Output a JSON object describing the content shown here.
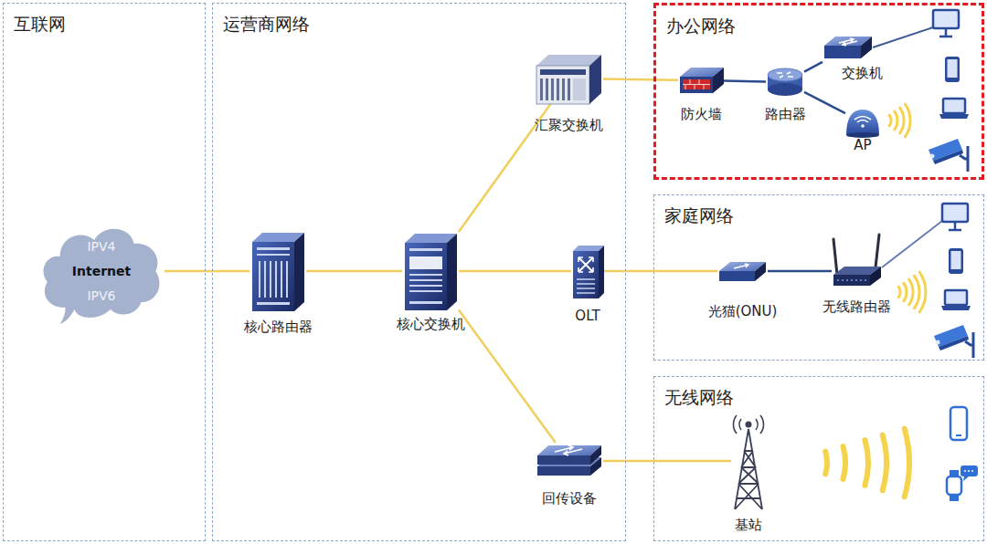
{
  "diagram": {
    "nodes": [
      {
        "text": [
          "互联网"
        ]
      },
      {
        "text": [
          "IPV4",
          "Internet",
          "IPV6"
        ],
        "in": 0
      },
      {
        "text": [
          "运营商网络"
        ]
      },
      {
        "text": [
          "核心路由器"
        ],
        "in": 2
      },
      {
        "text": [
          "核心交换机"
        ],
        "in": 2
      },
      {
        "text": [
          "汇聚交换机"
        ],
        "in": 2
      },
      {
        "text": [
          "OLT"
        ],
        "in": 2
      },
      {
        "text": [
          "回传设备"
        ],
        "in": 2
      },
      {
        "text": [
          "办公网络"
        ]
      },
      {
        "text": [
          "防火墙"
        ],
        "in": 8
      },
      {
        "text": [
          "路由器"
        ],
        "in": 8
      },
      {
        "text": [
          "交换机"
        ],
        "in": 8
      },
      {
        "text": [
          "AP"
        ],
        "in": 8
      },
      {
        "text": [
          "家庭网络"
        ]
      },
      {
        "text": [
          "光猫(ONU)"
        ],
        "in": 13
      },
      {
        "text": [
          "无线路由器"
        ],
        "in": 13
      },
      {
        "text": [
          "无线网络"
        ]
      },
      {
        "text": [
          "基站"
        ],
        "in": 16
      }
    ],
    "edges": [
      {
        "from": 1,
        "to": 3,
        "arrow": "none"
      },
      {
        "from": 3,
        "to": 4,
        "arrow": "none"
      },
      {
        "from": 4,
        "to": 5,
        "arrow": "none"
      },
      {
        "from": 4,
        "to": 6,
        "arrow": "none"
      },
      {
        "from": 4,
        "to": 7,
        "arrow": "none"
      },
      {
        "from": 5,
        "to": 9,
        "arrow": "none"
      },
      {
        "from": 9,
        "to": 10,
        "arrow": "none"
      },
      {
        "from": 10,
        "to": 11,
        "arrow": "none"
      },
      {
        "from": 10,
        "to": 12,
        "arrow": "none"
      },
      {
        "from": 6,
        "to": 14,
        "arrow": "none"
      },
      {
        "from": 14,
        "to": 15,
        "arrow": "none"
      },
      {
        "from": 7,
        "to": 17,
        "arrow": "none"
      }
    ]
  }
}
